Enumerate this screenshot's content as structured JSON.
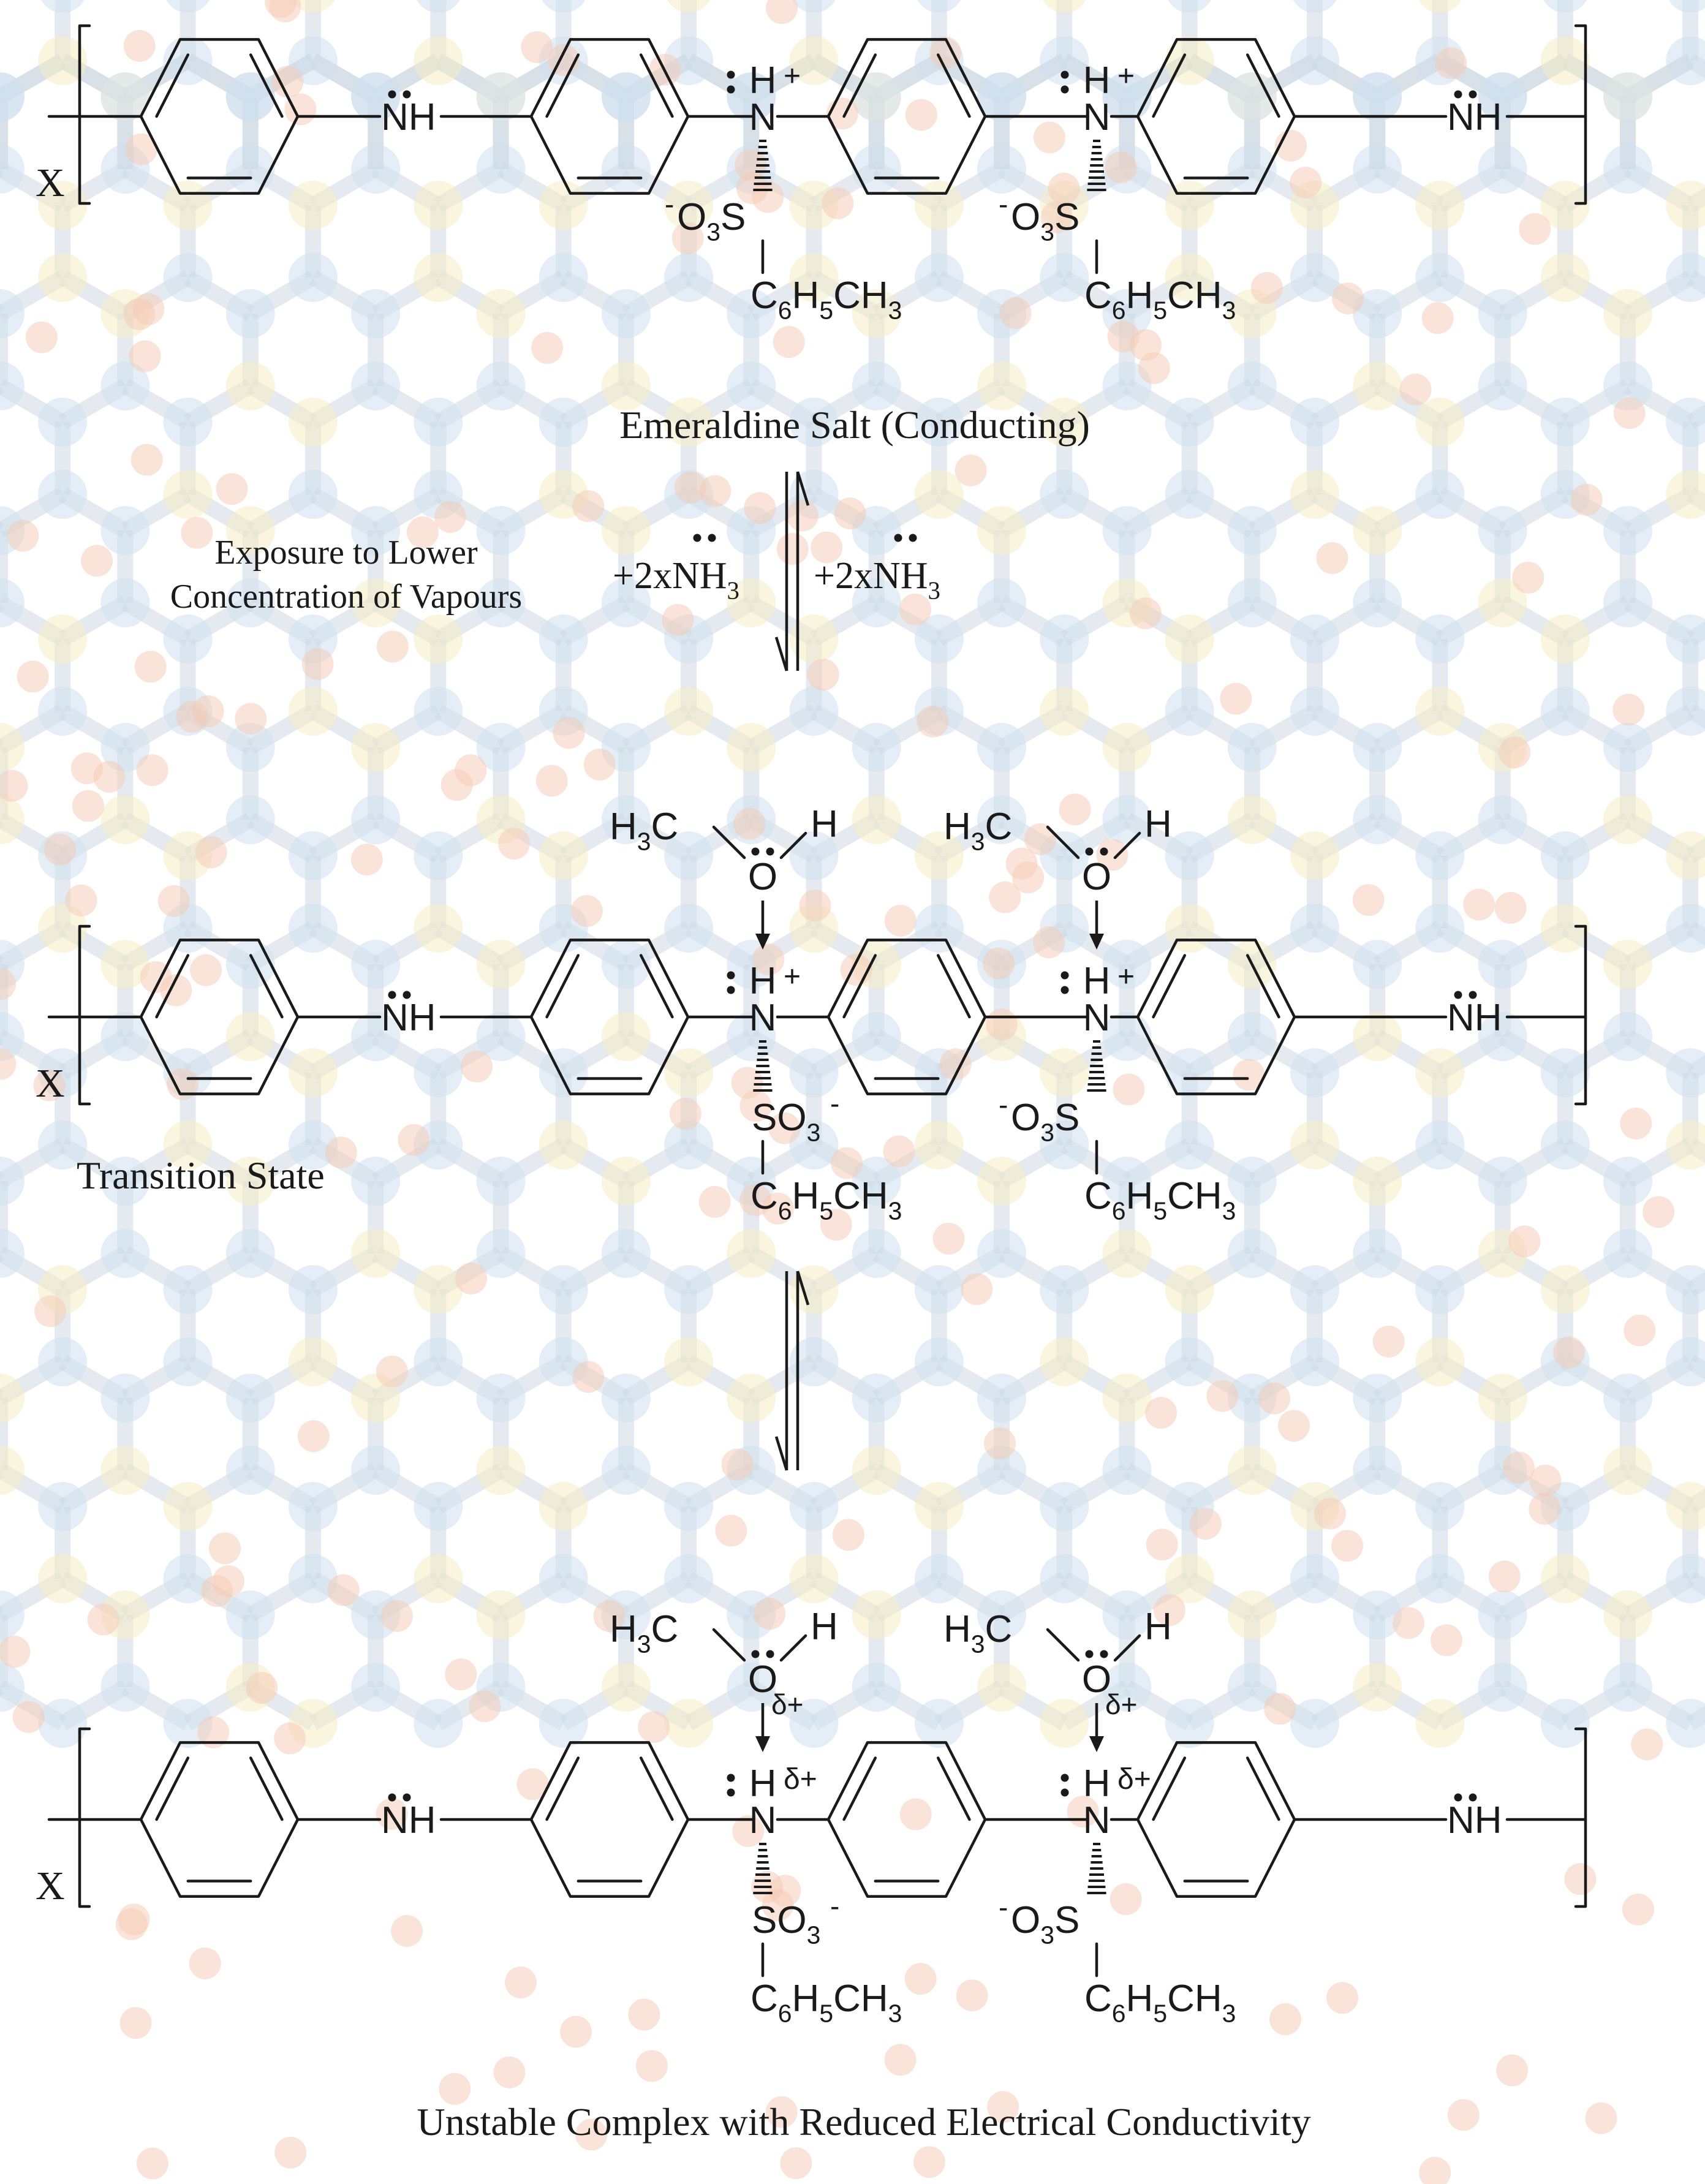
{
  "captions": {
    "emeraldine": "Emeraldine Salt (Conducting)",
    "exposure_line1": "Exposure to Lower",
    "exposure_line2": "Concentration of Vapours",
    "transition": "Transition State",
    "unstable": "Unstable Complex with Reduced Electrical Conductivity"
  },
  "reagents": {
    "left": "+2xNH",
    "right": "+2xNH",
    "subscript": "3"
  },
  "groups": {
    "x": "X",
    "nh": "NH",
    "n": "N",
    "h": "H",
    "s": "S",
    "o": "O",
    "h3c": "H",
    "h3c_sub": "3",
    "h3c_c": "C",
    "plus": "+",
    "minus": "-",
    "delta_plus": "δ+",
    "so3": "SO",
    "so3_sub": "3",
    "o3s_o": "O",
    "o3s_sub": "3",
    "tol_c": "C",
    "tol_6": "6",
    "tol_h": "H",
    "tol_5": "5",
    "tol_ch": "CH",
    "tol_3": "3"
  },
  "colors": {
    "ink": "#1a1a1a",
    "bg_blue": "#cfe0ee",
    "bg_orange": "#f6c9b3",
    "bg_yellow": "#f5ecc4"
  }
}
